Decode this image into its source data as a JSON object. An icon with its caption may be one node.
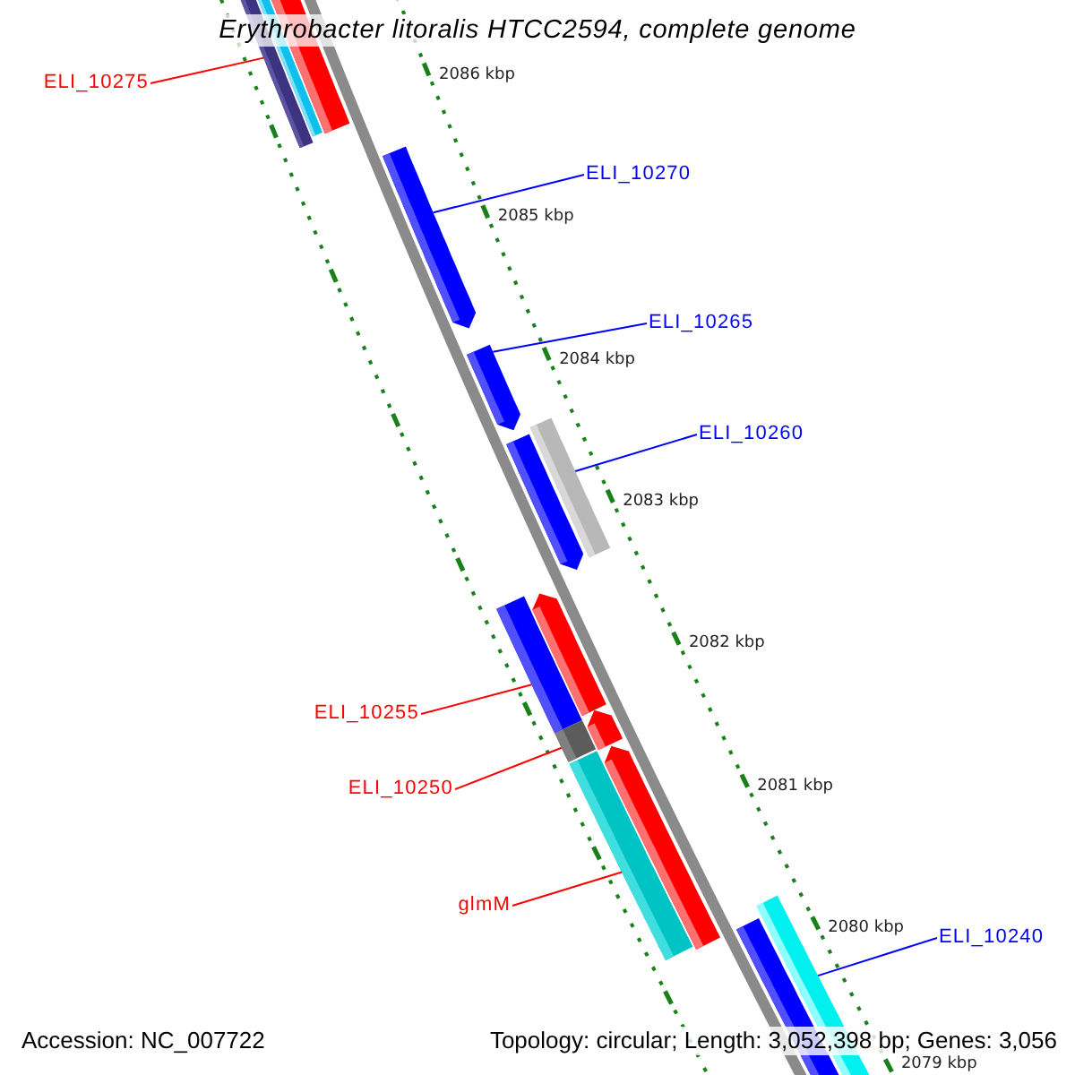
{
  "diagram": {
    "title": "Erythrobacter litoralis HTCC2594, complete genome",
    "nodes": [
      {
        "text": [
          "ELI_10275"
        ]
      },
      {
        "text": [
          "ELI_10270"
        ]
      },
      {
        "text": [
          "ELI_10265"
        ]
      },
      {
        "text": [
          "ELI_10260"
        ]
      },
      {
        "text": [
          "ELI_10255"
        ]
      },
      {
        "text": [
          "ELI_10250"
        ]
      },
      {
        "text": [
          "glmM"
        ]
      },
      {
        "text": [
          "ELI_10240"
        ]
      }
    ],
    "edges": [
      {
        "from": 0,
        "to": null,
        "arrow": "none",
        "color": "#ff0000"
      },
      {
        "from": 1,
        "to": null,
        "arrow": "none",
        "color": "#0000ff"
      },
      {
        "from": 2,
        "to": null,
        "arrow": "none",
        "color": "#0000ff"
      },
      {
        "from": 3,
        "to": null,
        "arrow": "none",
        "color": "#0000ff"
      },
      {
        "from": 4,
        "to": null,
        "arrow": "none",
        "color": "#ff0000"
      },
      {
        "from": 5,
        "to": null,
        "arrow": "none",
        "color": "#ff0000"
      },
      {
        "from": 6,
        "to": null,
        "arrow": "none",
        "color": "#ff0000"
      },
      {
        "from": 7,
        "to": null,
        "arrow": "none",
        "color": "#0000ff"
      }
    ],
    "labels": [
      "2086 kbp",
      "2085 kbp",
      "2084 kbp",
      "2083 kbp",
      "2082 kbp",
      "2081 kbp",
      "2080 kbp",
      "2079 kbp",
      "Accession: NC_007722",
      "Topology: circular; Length: 3,052,398 bp; Genes: 3,056"
    ]
  }
}
